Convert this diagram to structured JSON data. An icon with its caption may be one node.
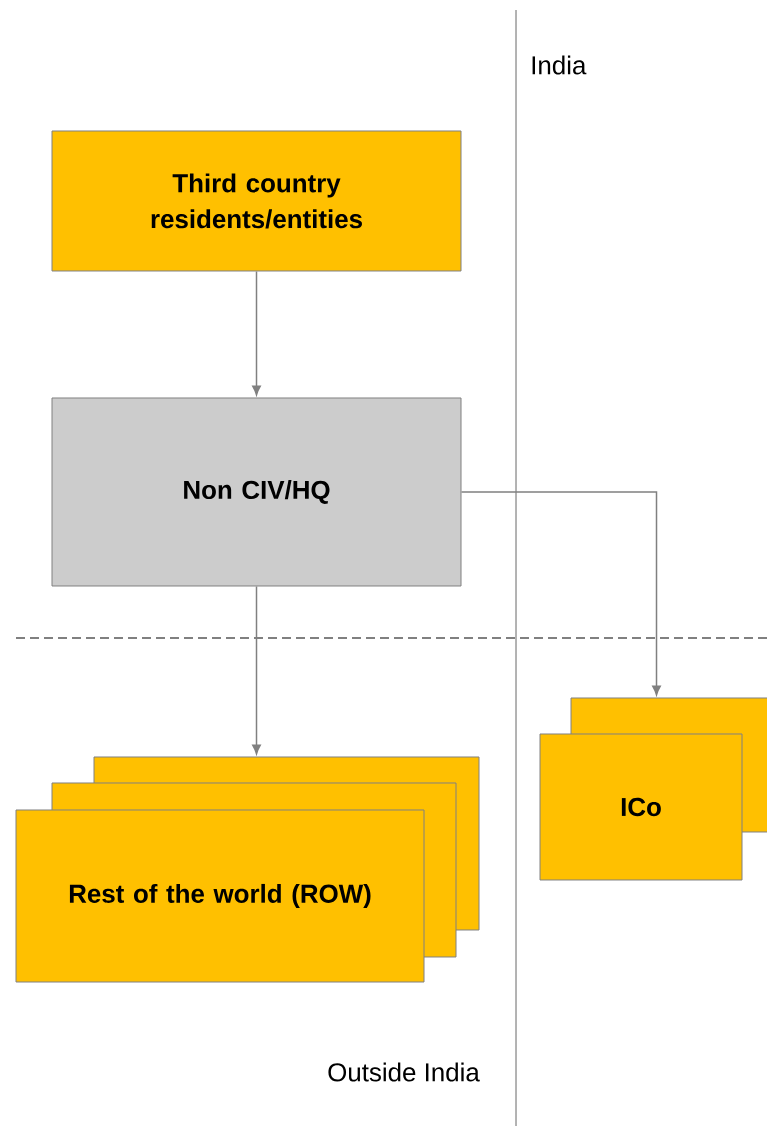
{
  "diagram": {
    "nodes": [
      {
        "text": [
          "Third country residents/entities"
        ]
      },
      {
        "text": [
          "Non CIV/HQ"
        ]
      },
      {
        "text": [
          "Rest of the world (ROW)"
        ]
      },
      {
        "text": [
          "ICo"
        ]
      }
    ],
    "edges": [
      {
        "from": 0,
        "to": 1,
        "arrow": "to"
      },
      {
        "from": 1,
        "to": 2,
        "arrow": "to"
      },
      {
        "from": 1,
        "to": 3,
        "arrow": "to"
      }
    ],
    "labels": [
      "India",
      "Outside India"
    ]
  }
}
